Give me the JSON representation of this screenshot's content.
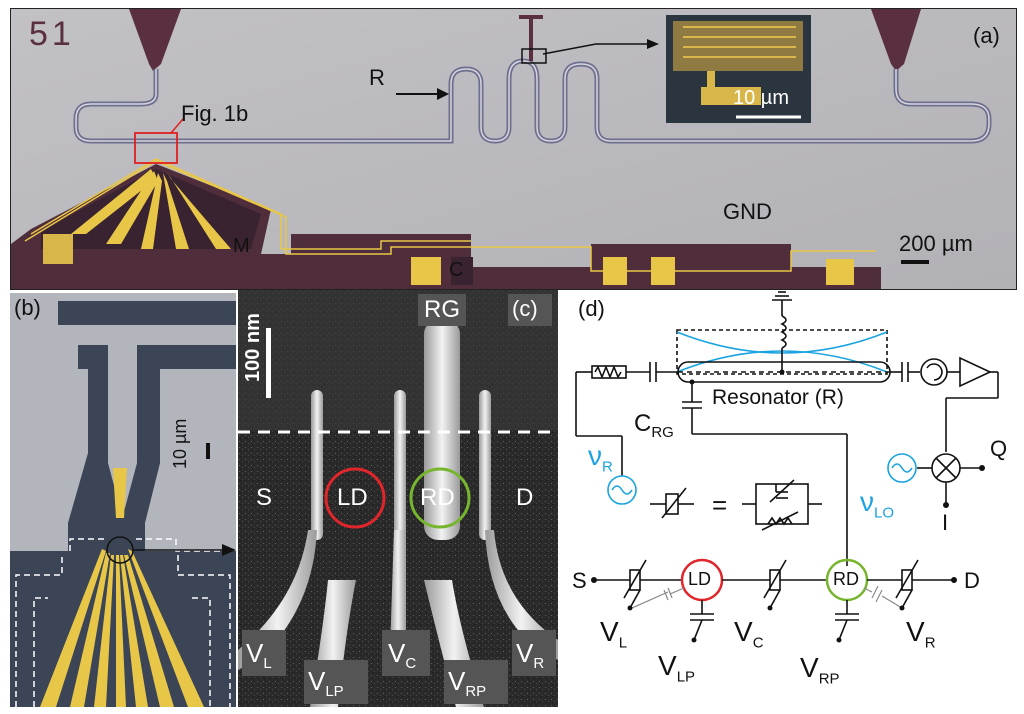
{
  "panel_a": {
    "label": "(a)",
    "chip_id": "51",
    "resonator_label": "R",
    "fig_ref": "Fig. 1b",
    "ground_label": "GND",
    "m_label": "M",
    "c_label": "C",
    "scale_bar": "200 µm",
    "inset_scale": "10 µm"
  },
  "panel_b": {
    "label": "(b)",
    "scale_bar": "10 µm"
  },
  "panel_c": {
    "label": "(c)",
    "scale_bar": "100 nm",
    "gates": {
      "rg": "RG",
      "vl": [
        "V",
        "L"
      ],
      "vlp": [
        "V",
        "LP"
      ],
      "vc": [
        "V",
        "C"
      ],
      "vrp": [
        "V",
        "RP"
      ],
      "vr": [
        "V",
        "R"
      ]
    },
    "regions": {
      "s": "S",
      "ld": "LD",
      "rd": "RD",
      "d": "D"
    },
    "colors": {
      "ld": "#e0262a",
      "rd": "#78b52e"
    }
  },
  "panel_d": {
    "label": "(d)",
    "resonator": "Resonator (R)",
    "crg": [
      "C",
      "RG"
    ],
    "nu_r": [
      "ν",
      "R"
    ],
    "nu_lo": [
      "ν",
      "LO"
    ],
    "q": "Q",
    "i": "I",
    "s": "S",
    "d": "D",
    "ld": "LD",
    "rd": "RD",
    "equals": "=",
    "vl": [
      "V",
      "L"
    ],
    "vlp": [
      "V",
      "LP"
    ],
    "vc": [
      "V",
      "C"
    ],
    "vrp": [
      "V",
      "RP"
    ],
    "vr": [
      "V",
      "R"
    ],
    "colors": {
      "source": "#1aa3e0",
      "ld": "#e0262a",
      "rd": "#78b52e"
    }
  }
}
